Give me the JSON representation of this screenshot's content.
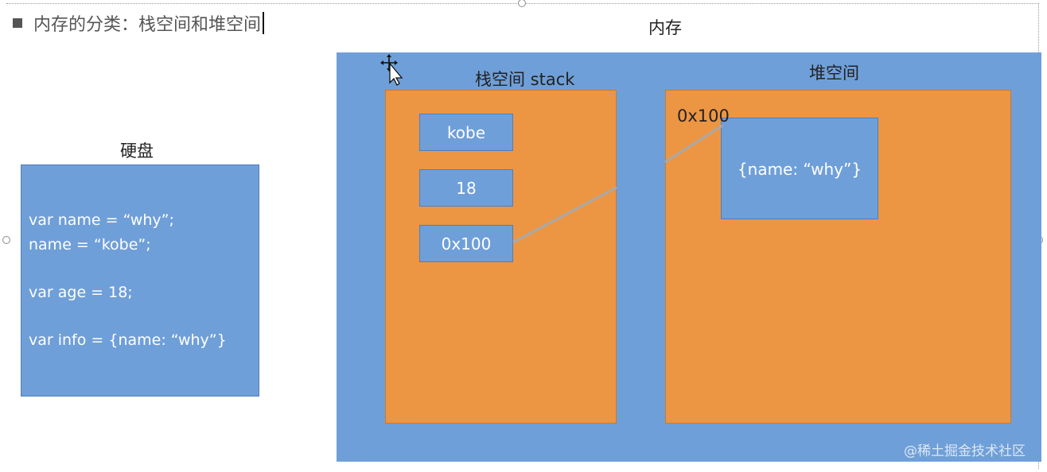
{
  "heading": {
    "text": "内存的分类：栈空间和堆空间"
  },
  "disk": {
    "title": "硬盘",
    "code_lines": [
      "var name = “why”;",
      "name = “kobe”;",
      "var age = 18;",
      "var info = {name: “why”}"
    ]
  },
  "memory": {
    "title": "内存",
    "stack": {
      "title": "栈空间 stack",
      "cells": [
        "kobe",
        "18",
        "0x100"
      ]
    },
    "heap": {
      "title": "堆空间",
      "address": "0x100",
      "object": "{name: “why”}"
    }
  },
  "watermark": "@稀土掘金技术社区",
  "colors": {
    "blue": "#6f9fd8",
    "orange": "#ec9644"
  }
}
